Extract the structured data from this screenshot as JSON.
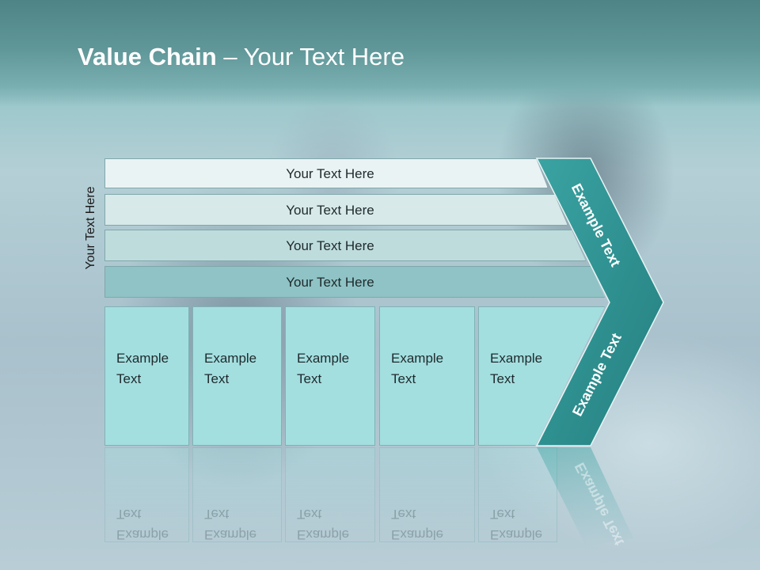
{
  "title": {
    "bold": "Value Chain",
    "rest": " – Your Text Here"
  },
  "side_label": "Your Text Here",
  "bars": [
    {
      "text": "Your Text Here"
    },
    {
      "text": "Your Text Here"
    },
    {
      "text": "Your Text Here"
    },
    {
      "text": "Your Text Here"
    }
  ],
  "columns": [
    {
      "text": "Example\nText"
    },
    {
      "text": "Example\nText"
    },
    {
      "text": "Example\nText"
    },
    {
      "text": "Example\nText"
    },
    {
      "text": "Example\nText"
    }
  ],
  "chevron": {
    "upper": "Example Text",
    "lower": "Example Text",
    "color": "#2e9494"
  }
}
